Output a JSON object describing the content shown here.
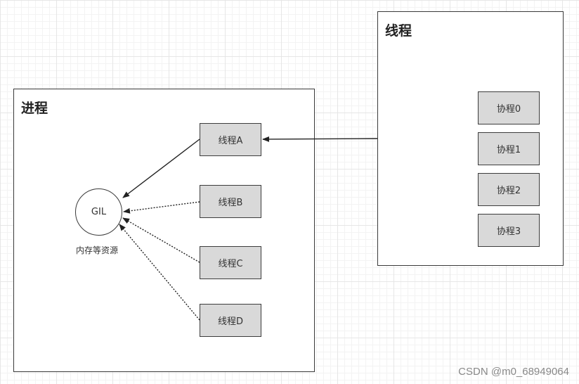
{
  "process": {
    "title": "进程",
    "gil_label": "GIL",
    "resource_label": "内存等资源",
    "threads": [
      "线程A",
      "线程B",
      "线程C",
      "线程D"
    ]
  },
  "thread": {
    "title": "线程",
    "coroutines": [
      "协程0",
      "协程1",
      "协程2",
      "协程3"
    ]
  },
  "connections": [
    {
      "from": "线程A",
      "to": "GIL",
      "style": "solid"
    },
    {
      "from": "线程B",
      "to": "GIL",
      "style": "dotted"
    },
    {
      "from": "线程C",
      "to": "GIL",
      "style": "dotted"
    },
    {
      "from": "线程D",
      "to": "GIL",
      "style": "dotted"
    },
    {
      "from": "线程",
      "to": "线程A",
      "style": "solid"
    }
  ],
  "watermark": "CSDN @m0_68949064"
}
